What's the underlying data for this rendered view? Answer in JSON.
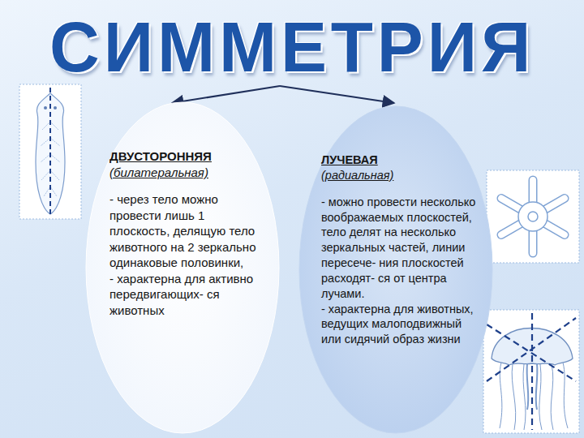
{
  "diagram": {
    "title": "СИММЕТРИЯ",
    "nodes": [
      {
        "text": [
          "ДВУСТОРОННЯЯ",
          "(билатеральная)",
          "- через тело можно провести лишь 1 плоскость, делящую тело животного на 2 зеркально одинаковые половинки,",
          "- характерна для активно передвигающих- ся животных"
        ]
      },
      {
        "text": [
          "ЛУЧЕВАЯ",
          "(радиальная)",
          "- можно провести несколько воображаемых плоскостей, тело делят на несколько зеркальных частей, линии пересече- ния плоскостей расходят- ся от центра лучами.",
          "- характерна для животных, ведущих малоподвижный или сидячий образ жизни"
        ]
      }
    ]
  }
}
